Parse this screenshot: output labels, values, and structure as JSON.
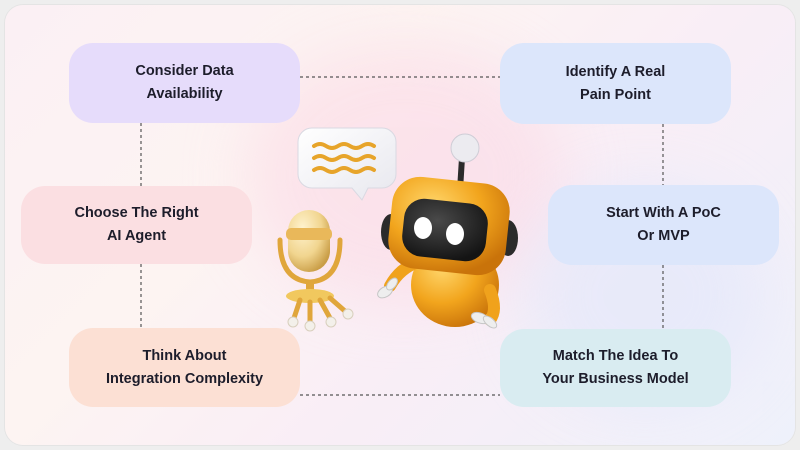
{
  "cards": {
    "data_availability": {
      "line1": "Consider Data",
      "line2": "Availability"
    },
    "pain_point": {
      "line1": "Identify A Real",
      "line2": "Pain Point"
    },
    "right_agent": {
      "line1": "Choose The Right",
      "line2": "AI Agent"
    },
    "poc_mvp": {
      "line1": "Start With A PoC",
      "line2": "Or MVP"
    },
    "integration": {
      "line1": "Think About",
      "line2": "Integration Complexity"
    },
    "business_model": {
      "line1": "Match The Idea To",
      "line2": "Your Business Model"
    }
  },
  "colors": {
    "purple_card": "#e6dcfb",
    "blue_card": "#dce6fb",
    "pink_card": "#fbdfe2",
    "peach_card": "#fce0d4",
    "cyan_card": "#d9ecf1",
    "robot_orange": "#f0a21c",
    "robot_dark": "#2b2b2b",
    "connector": "#555555"
  },
  "icons": [
    "chat-bubble-icon",
    "microphone-icon",
    "robot-icon"
  ]
}
